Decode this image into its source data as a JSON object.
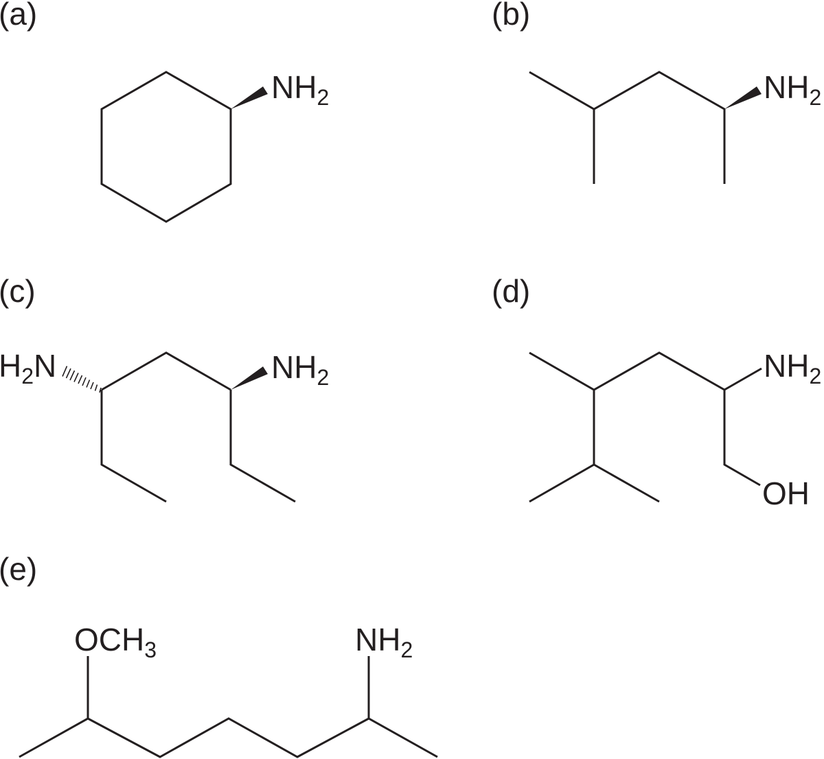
{
  "panels": [
    {
      "id": "a",
      "caption": "(a)",
      "atoms": {
        "amine": {
          "main": "NH",
          "sub": "2"
        }
      }
    },
    {
      "id": "b",
      "caption": "(b)",
      "atoms": {
        "amine": {
          "main": "NH",
          "sub": "2"
        }
      }
    },
    {
      "id": "c",
      "caption": "(c)",
      "atoms": {
        "amine_left": {
          "pre": "H",
          "sub": "2",
          "main": "N"
        },
        "amine_right": {
          "main": "NH",
          "sub": "2"
        }
      }
    },
    {
      "id": "d",
      "caption": "(d)",
      "atoms": {
        "amine": {
          "main": "NH",
          "sub": "2"
        },
        "hydroxyl": {
          "main": "OH"
        }
      }
    },
    {
      "id": "e",
      "caption": "(e)",
      "atoms": {
        "methoxy": {
          "main": "OCH",
          "sub": "3"
        },
        "amine": {
          "main": "NH",
          "sub": "2"
        }
      }
    }
  ],
  "colors": {
    "ink": "#231f20",
    "background": "#ffffff"
  }
}
